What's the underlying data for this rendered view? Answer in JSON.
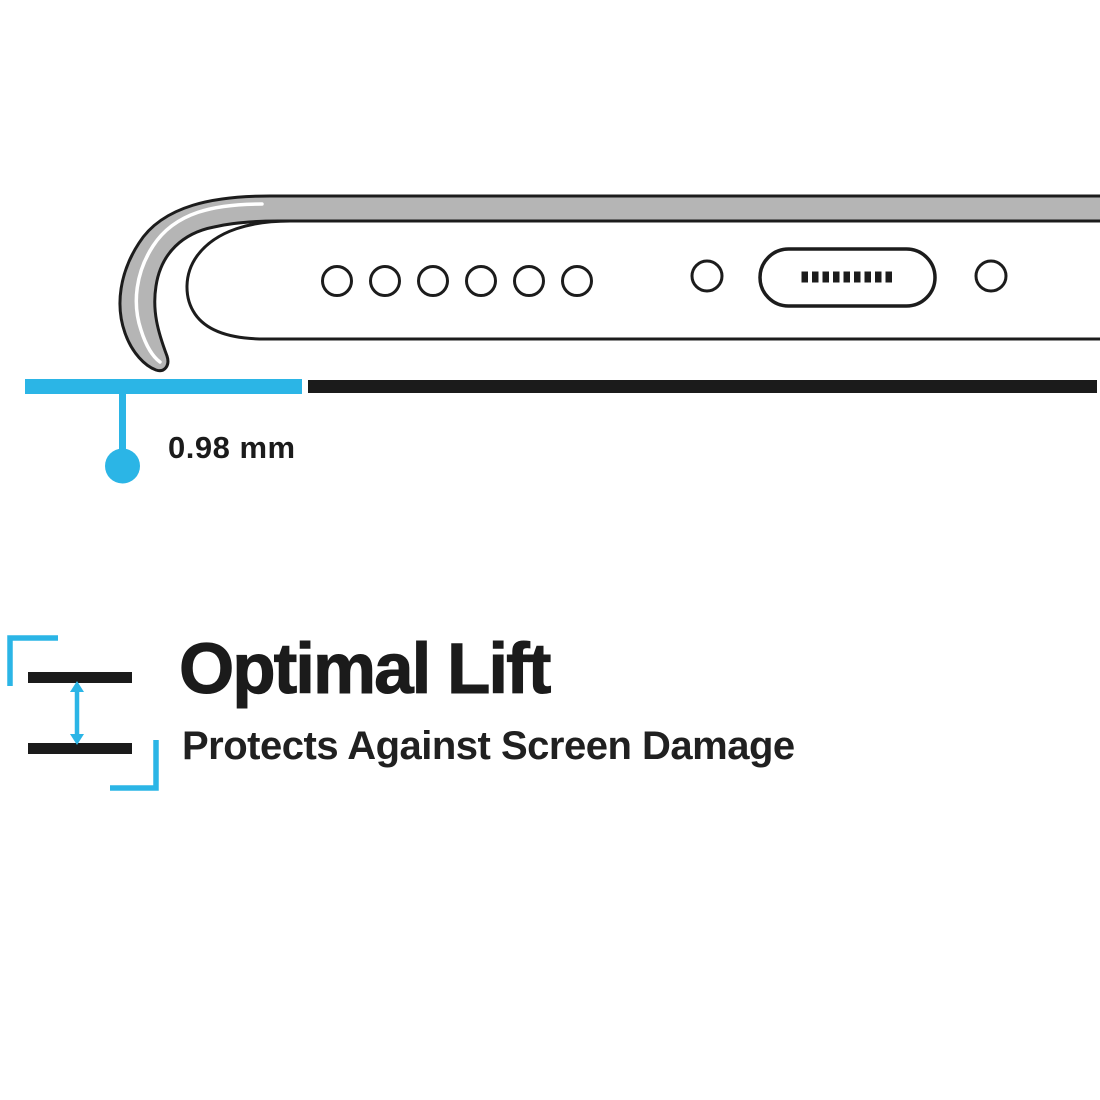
{
  "colors": {
    "accent_cyan": "#2bb5e6",
    "ink": "#1b1b1b",
    "case_gray": "#b5b5b5",
    "background": "#ffffff"
  },
  "measurement": {
    "label": "0.98 mm"
  },
  "feature": {
    "title": "Optimal Lift",
    "subtitle": "Protects Against Screen Damage"
  },
  "icons": {
    "phone_illustration": "phone-bottom-edge-illustration",
    "speaker_hole": "speaker-hole-icon",
    "charging_port": "charging-port-icon",
    "screw_hole": "screw-hole-icon",
    "measure_marker": "measure-marker-dot-icon",
    "lift_icon": "lift-spacing-icon"
  }
}
